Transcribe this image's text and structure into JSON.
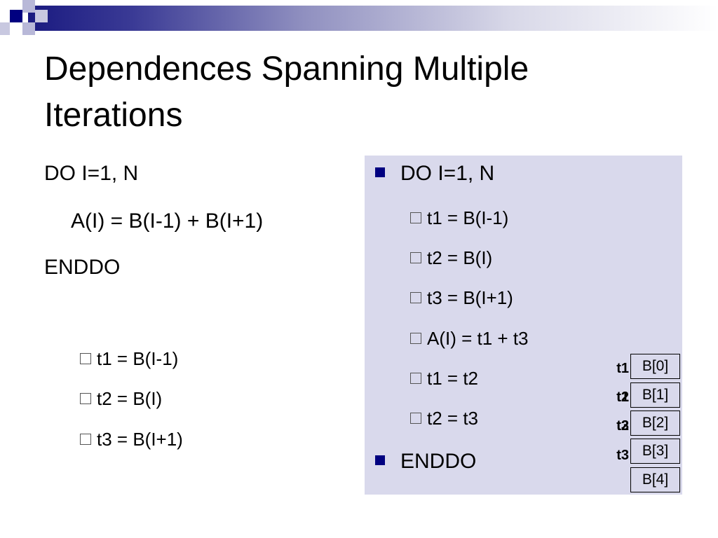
{
  "slide": {
    "title_line1": "Dependences Spanning Multiple",
    "title_line2": "Iterations"
  },
  "left_code": {
    "line1": "DO I=1, N",
    "line2": "A(I) = B(I-1) + B(I+1)",
    "line3": "ENDDO",
    "sub_items": [
      "t1 = B(I-1)",
      "t2 = B(I)",
      "t3 = B(I+1)"
    ]
  },
  "right_panel": {
    "do_line": "DO I=1, N",
    "sub_items": [
      "t1 = B(I-1)",
      "t2 = B(I)",
      "t3 = B(I+1)",
      "A(I) = t1 + t3",
      "t1 = t2",
      "t2 = t3"
    ],
    "end_line": "ENDDO"
  },
  "diagram": {
    "boxes": [
      "B[0]",
      "B[1]",
      "B[2]",
      "B[3]",
      "B[4]"
    ],
    "labels": {
      "row0": "t1",
      "row1": "t2",
      "row1_overlay": "t1",
      "row2": "t3",
      "row2_overlay": "t2",
      "row3": "t3"
    }
  },
  "colors": {
    "accent_navy": "#000080",
    "panel_bg": "#d9d9ec"
  }
}
